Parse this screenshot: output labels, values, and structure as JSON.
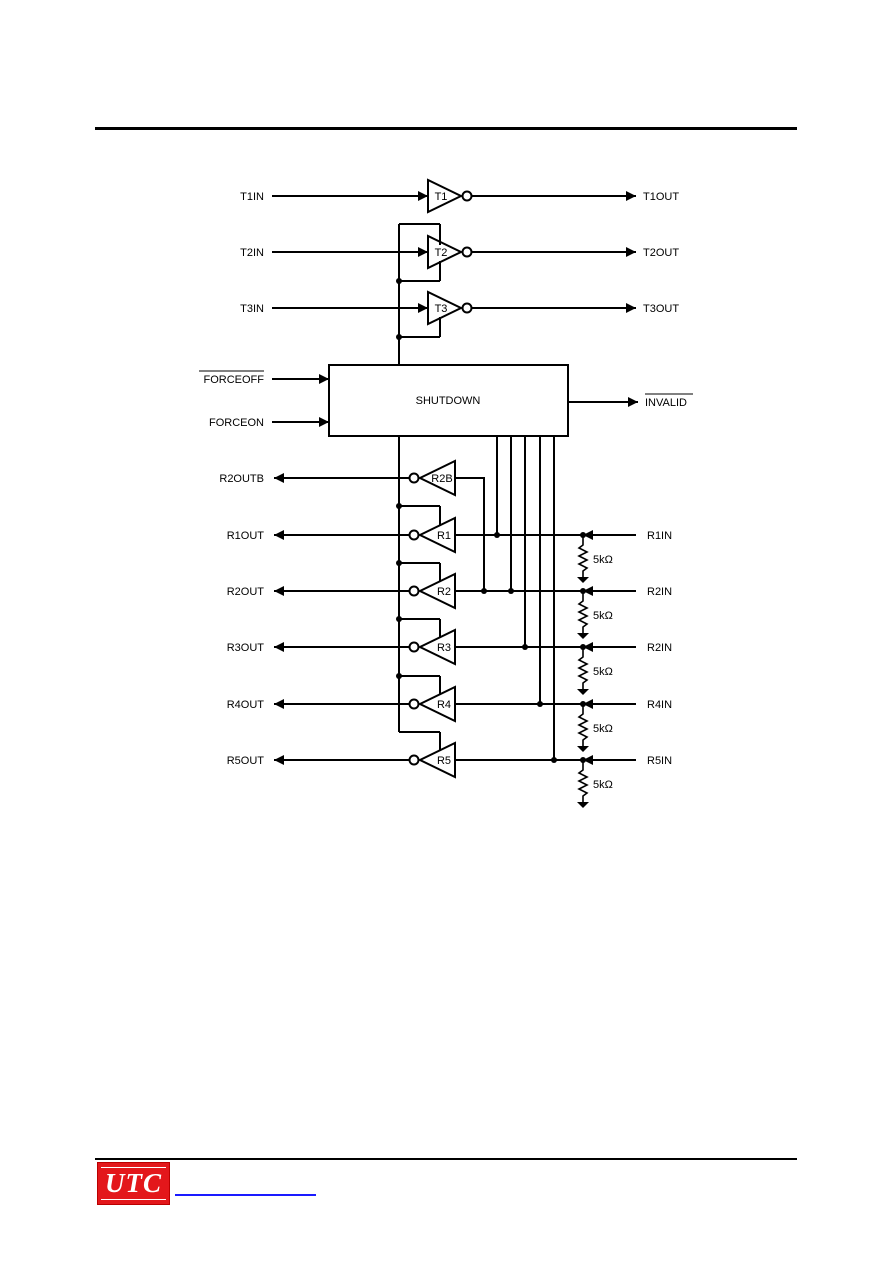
{
  "header": {
    "rule": true
  },
  "diagram": {
    "transmitter_inputs": [
      "T1IN",
      "T2IN",
      "T3IN"
    ],
    "transmitter_labels": [
      "T1",
      "T2",
      "T3"
    ],
    "transmitter_outputs": [
      "T1OUT",
      "T2OUT",
      "T3OUT"
    ],
    "control_inputs": {
      "forceoff": "FORCEOFF",
      "forceon": "FORCEON"
    },
    "block_label": "SHUTDOWN",
    "invalid_output": "INVALID",
    "receiver_outputs": [
      "R2OUTB",
      "R1OUT",
      "R2OUT",
      "R3OUT",
      "R4OUT",
      "R5OUT"
    ],
    "receiver_labels": [
      "R2B",
      "R1",
      "R2",
      "R3",
      "R4",
      "R5"
    ],
    "receiver_inputs": [
      "R1IN",
      "R2IN",
      "R2IN",
      "R4IN",
      "R5IN"
    ],
    "resistor_labels": [
      "5kΩ",
      "5kΩ",
      "5kΩ",
      "5kΩ",
      "5kΩ"
    ]
  },
  "footer": {
    "logo_text": "UTC",
    "logo_bg": "#e3171b",
    "link_color": "#1a1aff"
  }
}
